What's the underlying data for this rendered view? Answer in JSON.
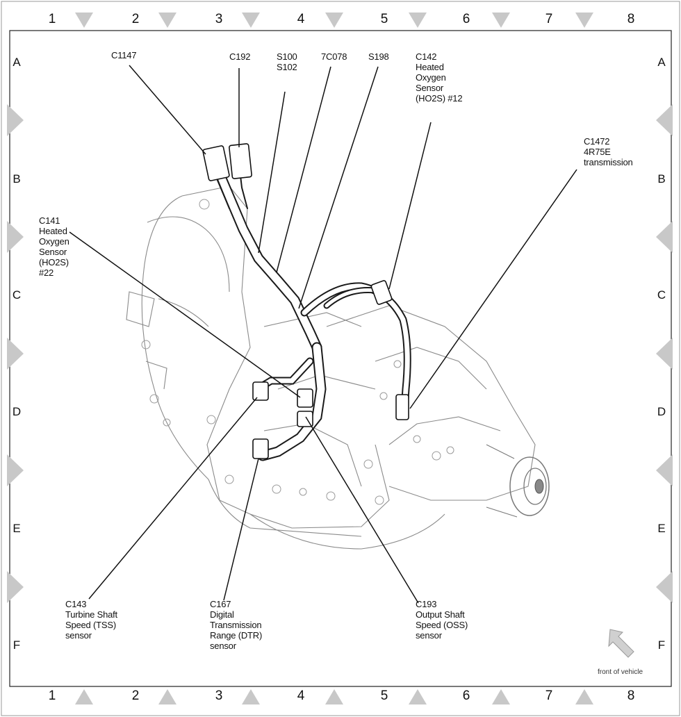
{
  "grid": {
    "columns": [
      "1",
      "2",
      "3",
      "4",
      "5",
      "6",
      "7",
      "8"
    ],
    "rows": [
      "A",
      "B",
      "C",
      "D",
      "E",
      "F"
    ]
  },
  "callouts": {
    "c1147": "C1147",
    "c192": "C192",
    "s100_s102": "S100\nS102",
    "c7c078": "7C078",
    "s198": "S198",
    "c142": "C142\nHeated\nOxygen\nSensor\n(HO2S) #12",
    "c1472": "C1472\n4R75E\ntransmission",
    "c141": "C141\nHeated\nOxygen\nSensor\n(HO2S)\n#22",
    "c143": "C143\nTurbine Shaft\nSpeed (TSS)\nsensor",
    "c167": "C167\nDigital\nTransmission\nRange (DTR)\nsensor",
    "c193": "C193\nOutput Shaft\nSpeed (OSS)\nsensor"
  },
  "orientation": {
    "label": "front of vehicle",
    "icon": "direction-arrow-icon"
  }
}
